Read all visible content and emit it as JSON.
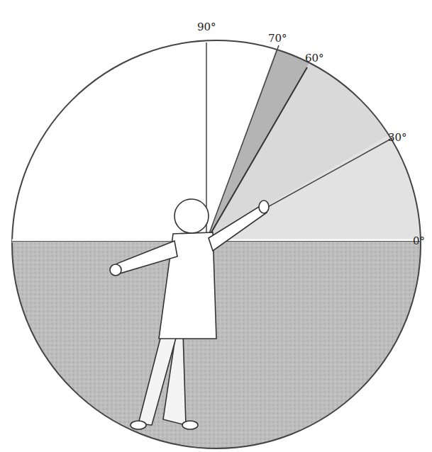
{
  "diagram": {
    "labels": [
      "90°",
      "70°",
      "60°",
      "30°",
      "0°"
    ]
  }
}
